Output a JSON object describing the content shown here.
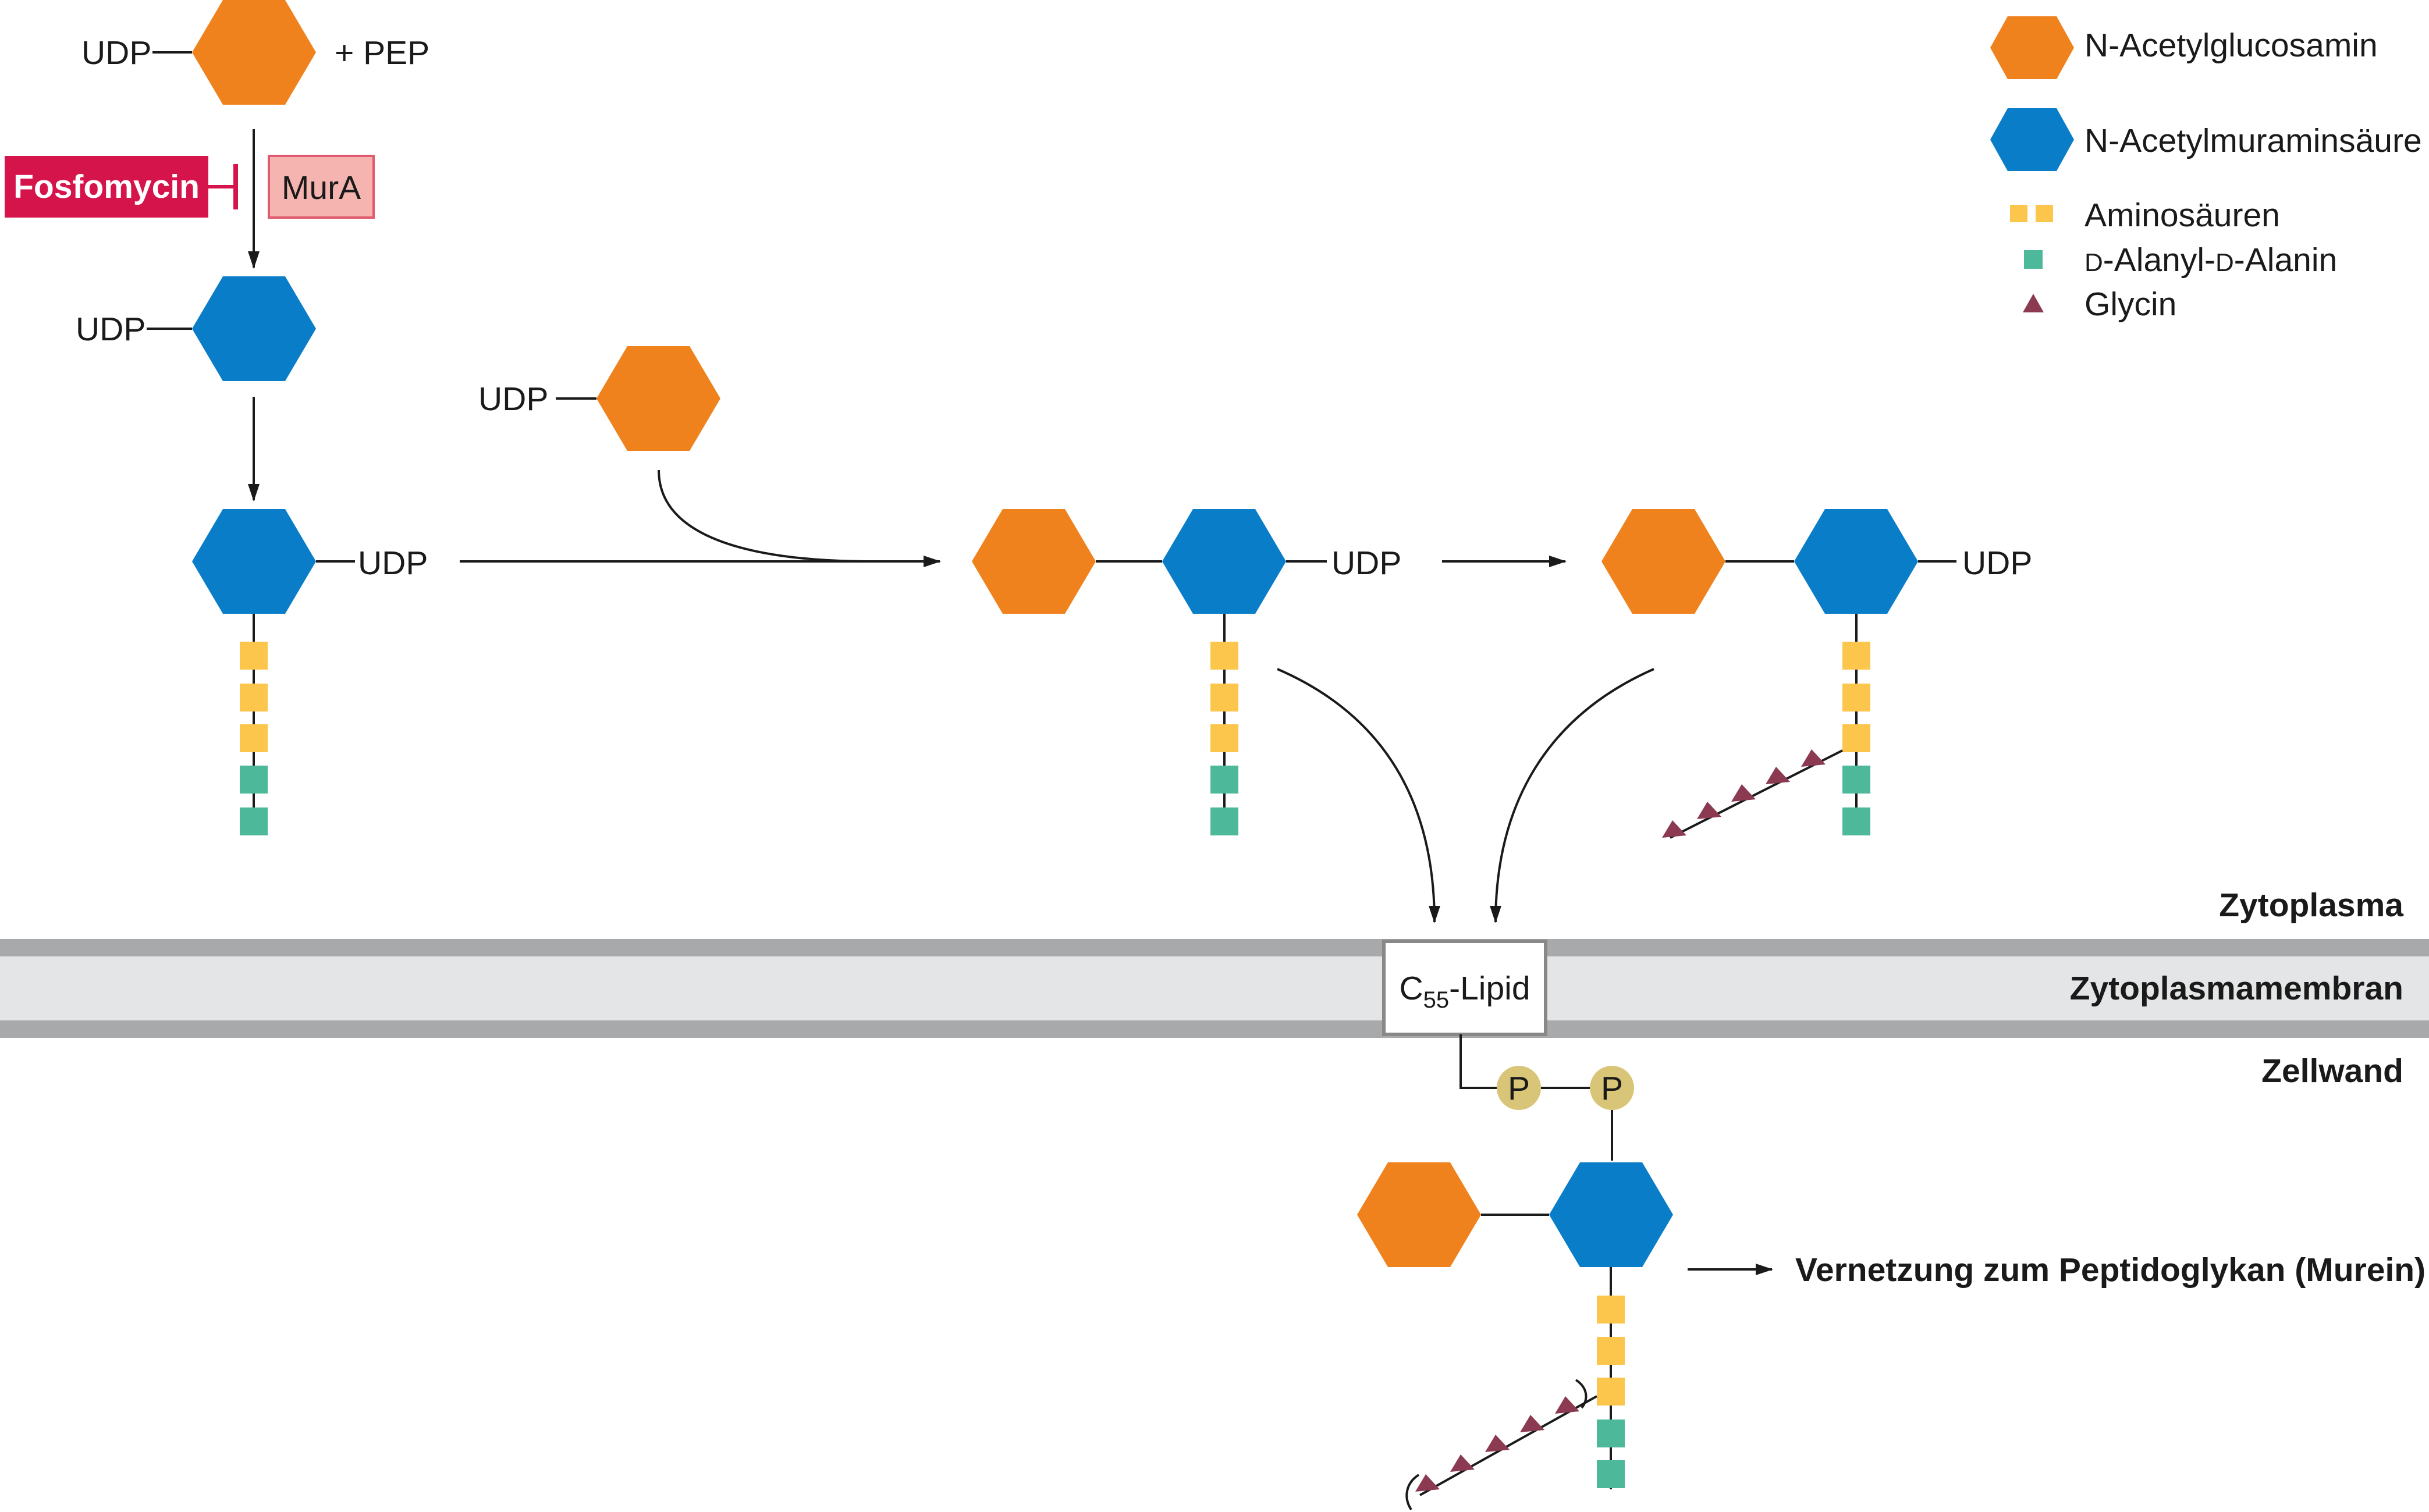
{
  "colors": {
    "n_acetylglucosamin": "#F0821E",
    "n_acetylmuraminsaeure": "#0A7DC8",
    "aminosaeure": "#FCC54C",
    "d_alanyl_d_alanin": "#4DB89A",
    "glycin": "#8B3A52",
    "inhibitor": "#D6144C",
    "enzyme_fill": "#F6B4B0",
    "membrane_dark": "#A8A9AB",
    "membrane_light": "#E4E5E6",
    "phosphate": "#D9C578"
  },
  "labels": {
    "udp": "UDP",
    "pep": "+ PEP",
    "fosfomycin": "Fosfomycin",
    "mura": "MurA",
    "c55": "C",
    "c55_sub": "55",
    "c55_rest": "-Lipid",
    "phosphate": "P",
    "zytoplasma": "Zytoplasma",
    "zytoplasmamembran": "Zytoplasmamembran",
    "zellwand": "Zellwand",
    "vernetzung": "Vernetzung zum Peptidoglykan (Murein)"
  },
  "legend": {
    "glcnac": "N-Acetylglucosamin",
    "murnac": "N-Acetylmuraminsäure",
    "aminosaeuren": "Aminosäuren",
    "ala_d1": "D",
    "ala_mid": "-Alanyl-",
    "ala_d2": "D",
    "ala_end": "-Alanin",
    "glycin": "Glycin"
  }
}
